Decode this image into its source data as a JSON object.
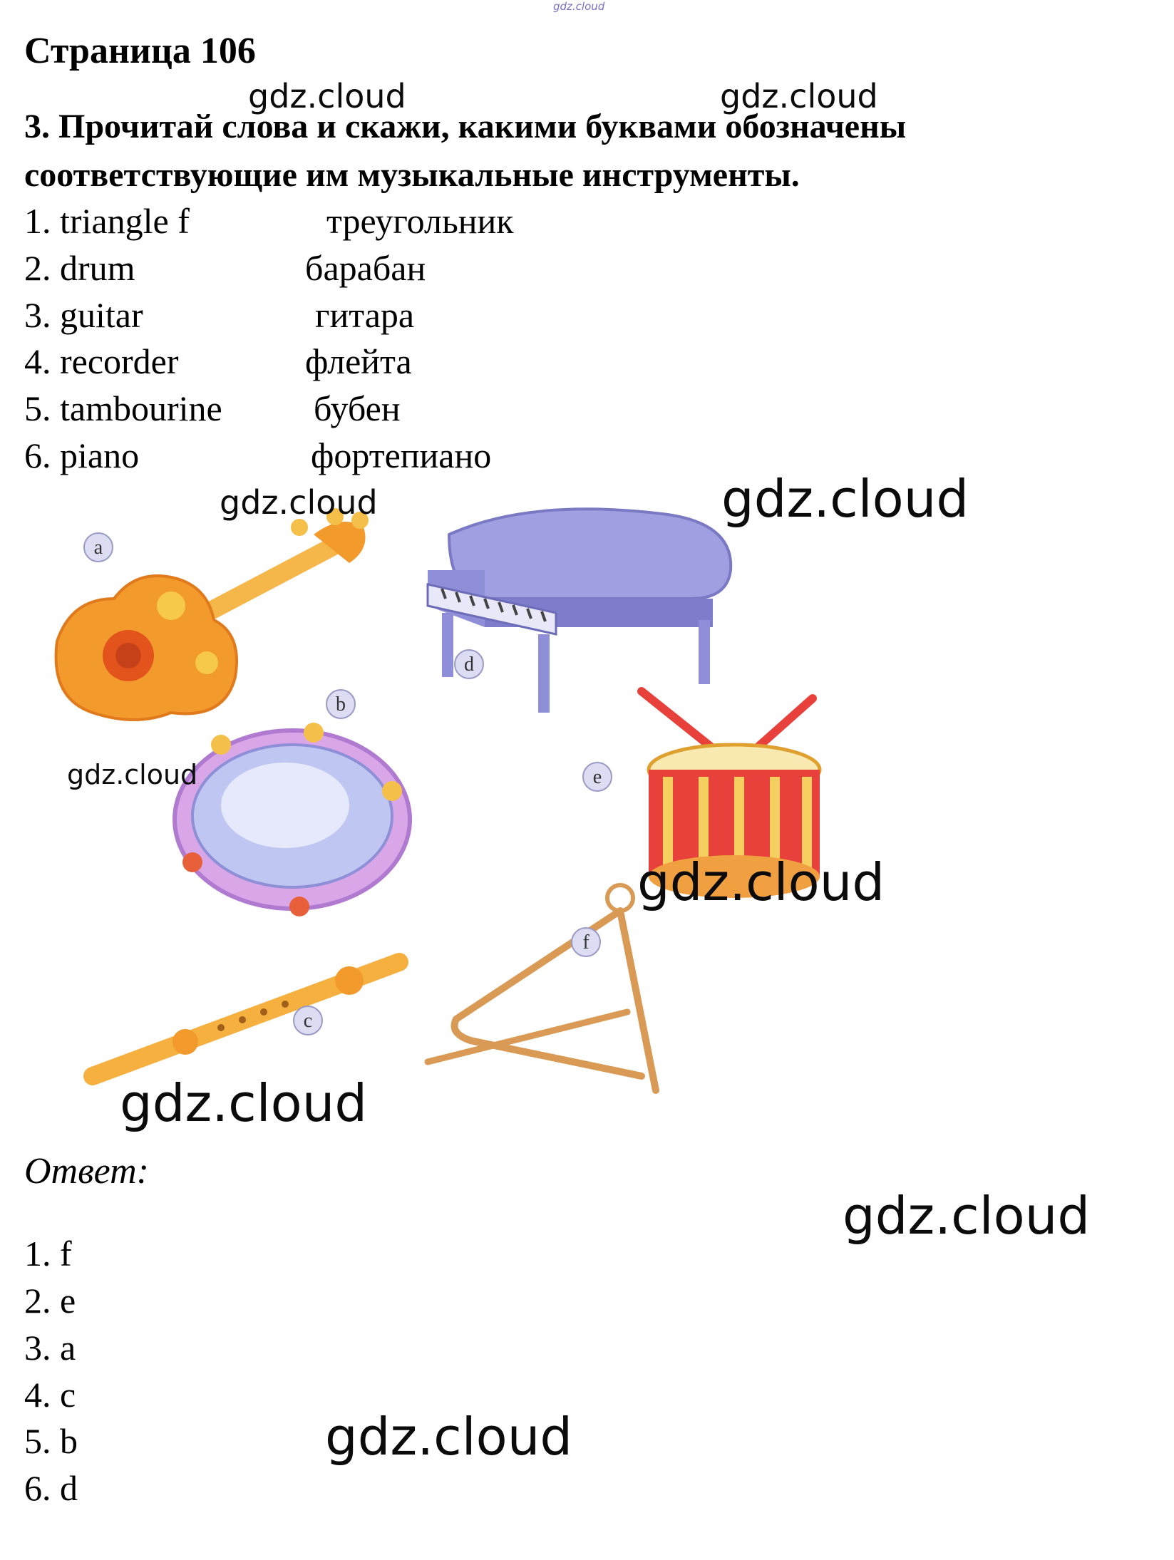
{
  "page_title": "Страница 106",
  "task": {
    "line1": "3. Прочитай слова и скажи, какими буквами обозначены",
    "line2": "соответствующие им музыкальные инструменты."
  },
  "words": [
    {
      "en": "1. triangle f",
      "ru": "треугольник"
    },
    {
      "en": "2. drum",
      "ru": "барабан"
    },
    {
      "en": "3. guitar",
      "ru": "гитара"
    },
    {
      "en": "4. recorder",
      "ru": "флейта"
    },
    {
      "en": "5. tambourine",
      "ru": "бубен"
    },
    {
      "en": "6. piano",
      "ru": "фортепиано"
    }
  ],
  "picture_labels": {
    "a": "a",
    "b": "b",
    "c": "c",
    "d": "d",
    "e": "e",
    "f": "f"
  },
  "answer_label": "Ответ:",
  "answers": [
    "1. f",
    "2. e",
    "3. a",
    "4. c",
    "5. b",
    "6. d"
  ],
  "watermark": "gdz.cloud",
  "colors": {
    "guitar": "#f39a2c",
    "piano": "#8f8ed8",
    "drum": "#e8403a",
    "tambourine": "#b9a6ea",
    "recorder": "#f5b040",
    "triangle": "#d99a55"
  }
}
